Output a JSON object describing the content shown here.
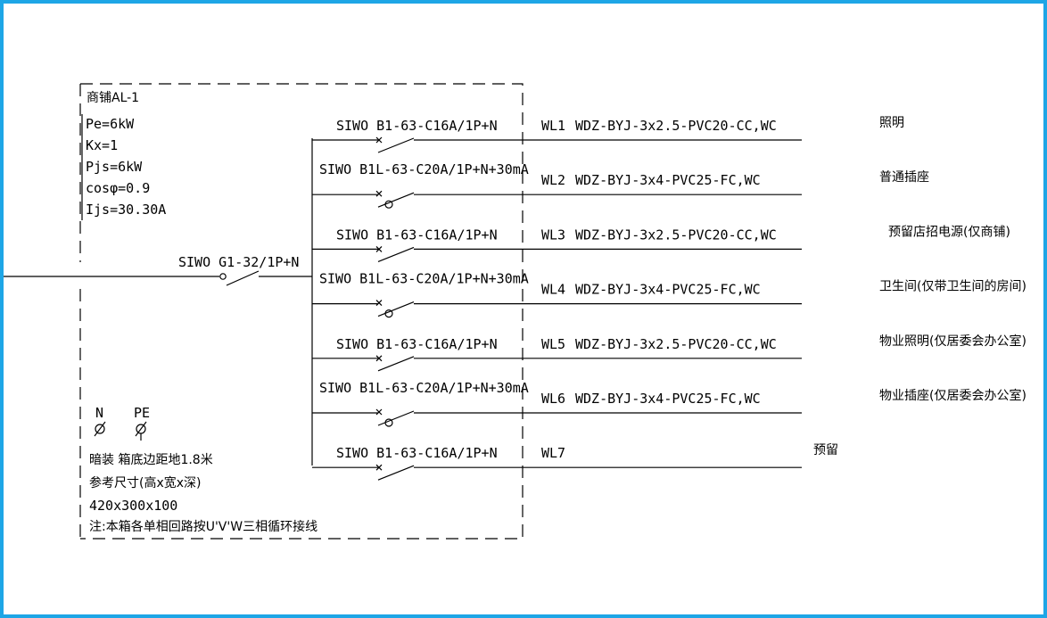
{
  "panel": {
    "name": "商铺AL-1",
    "params": [
      "Pe=6kW",
      "Kx=1",
      "Pjs=6kW",
      "cosφ=0.9",
      "Ijs=30.30A"
    ],
    "notes": [
      "暗装 箱底边距地1.8米",
      "参考尺寸(高x宽x深)",
      "420x300x100",
      "注:本箱各单相回路按U'V'W三相循环接线"
    ],
    "terminals": [
      "N",
      "PE"
    ]
  },
  "main_breaker": "SIWO G1-32/1P+N",
  "circuits": [
    {
      "breaker": "SIWO B1-63-C16A/1P+N",
      "id": "WL1",
      "cable": "WDZ-BYJ-3x2.5-PVC20-CC,WC",
      "load": "照明",
      "type": "mcb"
    },
    {
      "breaker": "SIWO B1L-63-C20A/1P+N+30mA",
      "id": "WL2",
      "cable": "WDZ-BYJ-3x4-PVC25-FC,WC",
      "load": "普通插座",
      "type": "rcbo"
    },
    {
      "breaker": "SIWO B1-63-C16A/1P+N",
      "id": "WL3",
      "cable": "WDZ-BYJ-3x2.5-PVC20-CC,WC",
      "load": "预留店招电源(仅商铺)",
      "type": "mcb"
    },
    {
      "breaker": "SIWO B1L-63-C20A/1P+N+30mA",
      "id": "WL4",
      "cable": "WDZ-BYJ-3x4-PVC25-FC,WC",
      "load": "卫生间(仅带卫生间的房间)",
      "type": "rcbo"
    },
    {
      "breaker": "SIWO B1-63-C16A/1P+N",
      "id": "WL5",
      "cable": "WDZ-BYJ-3x2.5-PVC20-CC,WC",
      "load": "物业照明(仅居委会办公室)",
      "type": "mcb"
    },
    {
      "breaker": "SIWO B1L-63-C20A/1P+N+30mA",
      "id": "WL6",
      "cable": "WDZ-BYJ-3x4-PVC25-FC,WC",
      "load": "物业插座(仅居委会办公室)",
      "type": "rcbo"
    },
    {
      "breaker": "SIWO B1-63-C16A/1P+N",
      "id": "WL7",
      "cable": "",
      "load": "预留",
      "type": "mcb"
    }
  ]
}
